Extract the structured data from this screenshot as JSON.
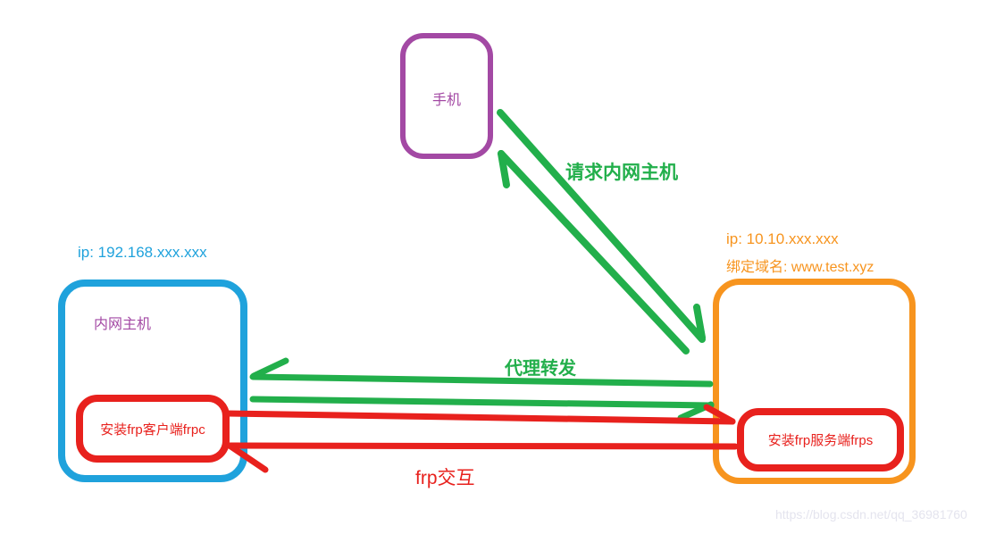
{
  "colors": {
    "purple": "#A349A4",
    "blue": "#1FA2DC",
    "orange": "#F7941E",
    "red": "#E8211D",
    "green": "#22AF4B",
    "watermark": "#E4E4EE"
  },
  "nodes": {
    "phone": {
      "label": "手机"
    },
    "intranet_host": {
      "label": "内网主机",
      "ip": "ip: 192.168.xxx.xxx"
    },
    "frp_client": {
      "label": "安装frp客户端frpc"
    },
    "server": {
      "ip": "ip: 10.10.xxx.xxx",
      "domain": "绑定域名: www.test.xyz"
    },
    "frp_server": {
      "label": "安装frp服务端frps"
    }
  },
  "edges": {
    "request": {
      "label": "请求内网主机"
    },
    "proxy": {
      "label": "代理转发"
    },
    "frp": {
      "label": "frp交互"
    }
  },
  "watermark": "https://blog.csdn.net/qq_36981760"
}
